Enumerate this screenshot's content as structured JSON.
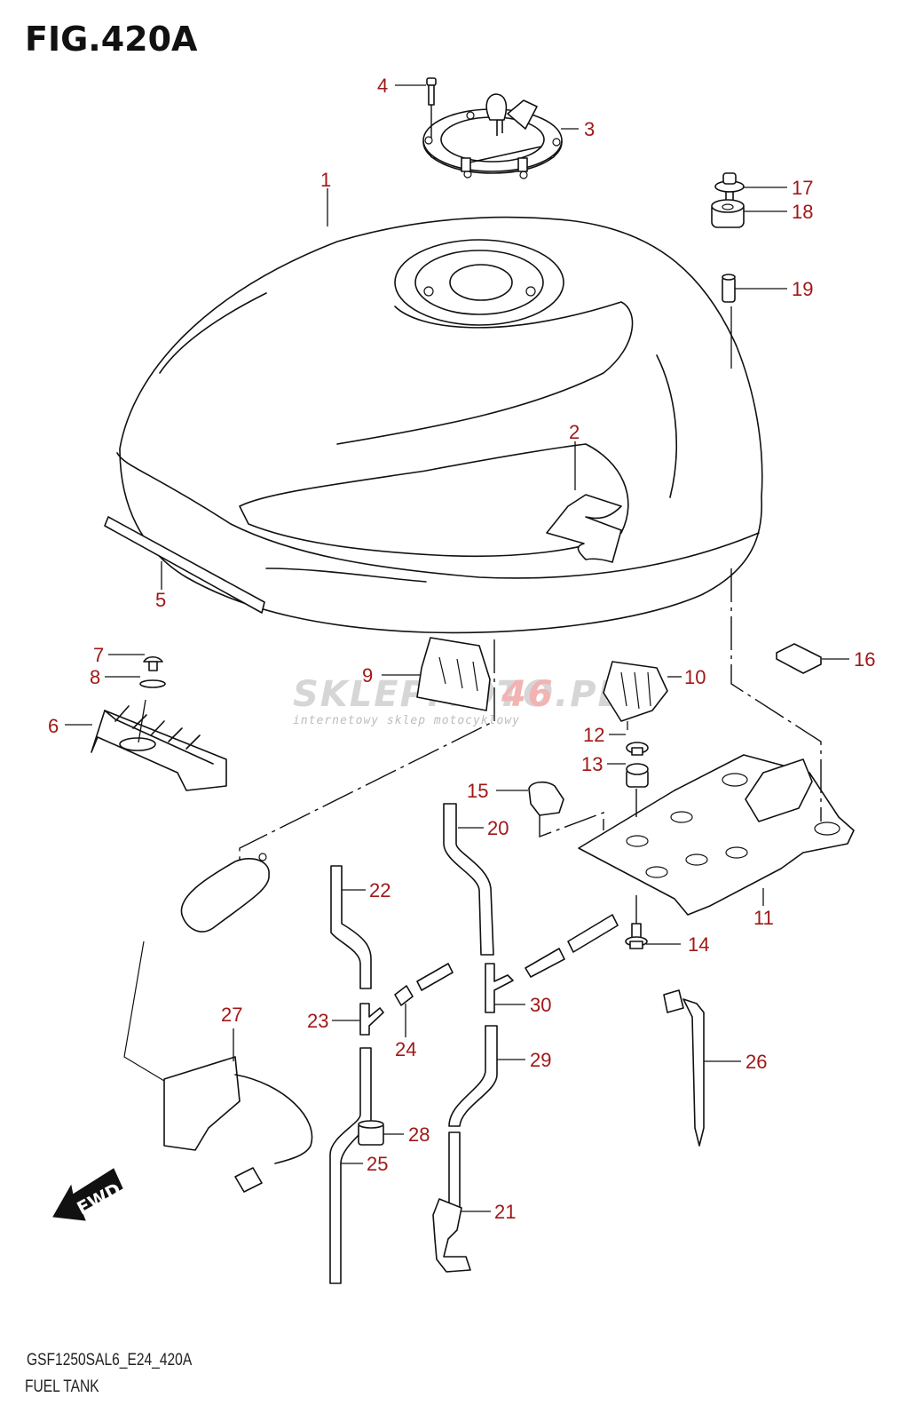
{
  "figure": {
    "title": "FIG.420A",
    "code": "GSF1250SAL6_E24_420A",
    "name": "FUEL TANK"
  },
  "colors": {
    "callout": "#a01818",
    "line": "#111111",
    "watermark_gray": "#d6d6d6",
    "watermark_red": "#f2b3b3"
  },
  "watermark": {
    "brand_gray": "SKLEPMOTO",
    "brand_red": "46",
    "brand_tld": ".PL",
    "tagline": "internetowy sklep motocyklowy"
  },
  "direction_marker": {
    "label": "FWD",
    "icon": "forward-arrow-icon"
  },
  "callouts": [
    {
      "id": "1",
      "part": "fuel-tank"
    },
    {
      "id": "2",
      "part": "emblem"
    },
    {
      "id": "3",
      "part": "fuel-cap-assembly"
    },
    {
      "id": "4",
      "part": "cap-bolt"
    },
    {
      "id": "5",
      "part": "side-strip"
    },
    {
      "id": "6",
      "part": "tank-bracket-cushion"
    },
    {
      "id": "7",
      "part": "screw"
    },
    {
      "id": "8",
      "part": "washer"
    },
    {
      "id": "9",
      "part": "front-cushion"
    },
    {
      "id": "10",
      "part": "front-cushion-right"
    },
    {
      "id": "11",
      "part": "mounting-plate"
    },
    {
      "id": "12",
      "part": "collar"
    },
    {
      "id": "13",
      "part": "grommet"
    },
    {
      "id": "14",
      "part": "bolt"
    },
    {
      "id": "15",
      "part": "cushion-cap"
    },
    {
      "id": "16",
      "part": "pad"
    },
    {
      "id": "17",
      "part": "mounting-bolt"
    },
    {
      "id": "18",
      "part": "mounting-cushion"
    },
    {
      "id": "19",
      "part": "spacer"
    },
    {
      "id": "20",
      "part": "hose"
    },
    {
      "id": "21",
      "part": "clamp"
    },
    {
      "id": "22",
      "part": "hose"
    },
    {
      "id": "23",
      "part": "t-joint"
    },
    {
      "id": "24",
      "part": "hose-short"
    },
    {
      "id": "25",
      "part": "drain-hose"
    },
    {
      "id": "26",
      "part": "fuel-level-sensor"
    },
    {
      "id": "27",
      "part": "fuel-pump-assembly"
    },
    {
      "id": "28",
      "part": "hose-protector"
    },
    {
      "id": "29",
      "part": "hose"
    },
    {
      "id": "30",
      "part": "t-joint"
    }
  ]
}
